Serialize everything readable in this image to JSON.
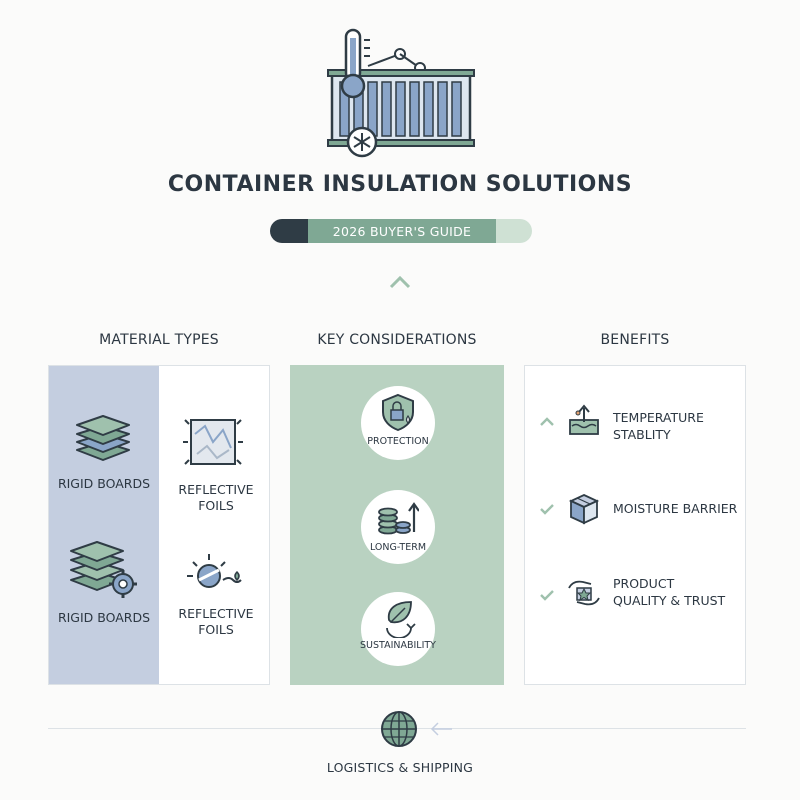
{
  "header": {
    "title": "CONTAINER INSULATION SOLUTIONS",
    "badge": "2026 BUYER'S GUIDE"
  },
  "icons": {
    "hero": "refrigerated-container-icon",
    "chevron": "chevron-up-icon",
    "globe": "globe-icon",
    "arrow": "arrow-left-icon"
  },
  "colors": {
    "green": "#7fa894",
    "green_light": "#b9d2c1",
    "blue_light": "#c4cee0",
    "dark": "#2f3c45"
  },
  "columns": {
    "material": {
      "heading": "MATERIAL TYPES",
      "items": [
        {
          "label": "RIGID BOARDS",
          "icon": "layered-boards-icon"
        },
        {
          "label_line1": "REFLECTIVE",
          "label_line2": "FOILS",
          "icon": "foil-sheet-icon"
        },
        {
          "label": "RIGID BOARDS",
          "icon": "boards-gear-icon"
        },
        {
          "label_line1": "REFLECTIVE",
          "label_line2": "FOILS",
          "icon": "heat-reflect-icon"
        }
      ]
    },
    "key": {
      "heading": "KEY CONSIDERATIONS",
      "items": [
        {
          "label": "PROTECTION",
          "icon": "shield-lock-icon"
        },
        {
          "label": "LONG-TERM",
          "icon": "coins-growth-icon"
        },
        {
          "label": "SUSTAINABILITY",
          "icon": "leaf-recycle-icon"
        }
      ]
    },
    "benefits": {
      "heading": "BENEFITS",
      "items": [
        {
          "line1": "TEMPERATURE",
          "line2": "STABLITY",
          "icon": "temperature-up-icon",
          "marker": "chevron-up-icon"
        },
        {
          "line1": "MOISTURE BARRIER",
          "icon": "box-barrier-icon",
          "marker": "check-icon"
        },
        {
          "line1": "PRODUCT",
          "line2": "QUALITY & TRUST",
          "icon": "hands-star-icon",
          "marker": "check-icon"
        }
      ]
    }
  },
  "footer": {
    "label": "LOGISTICS & SHIPPING"
  }
}
